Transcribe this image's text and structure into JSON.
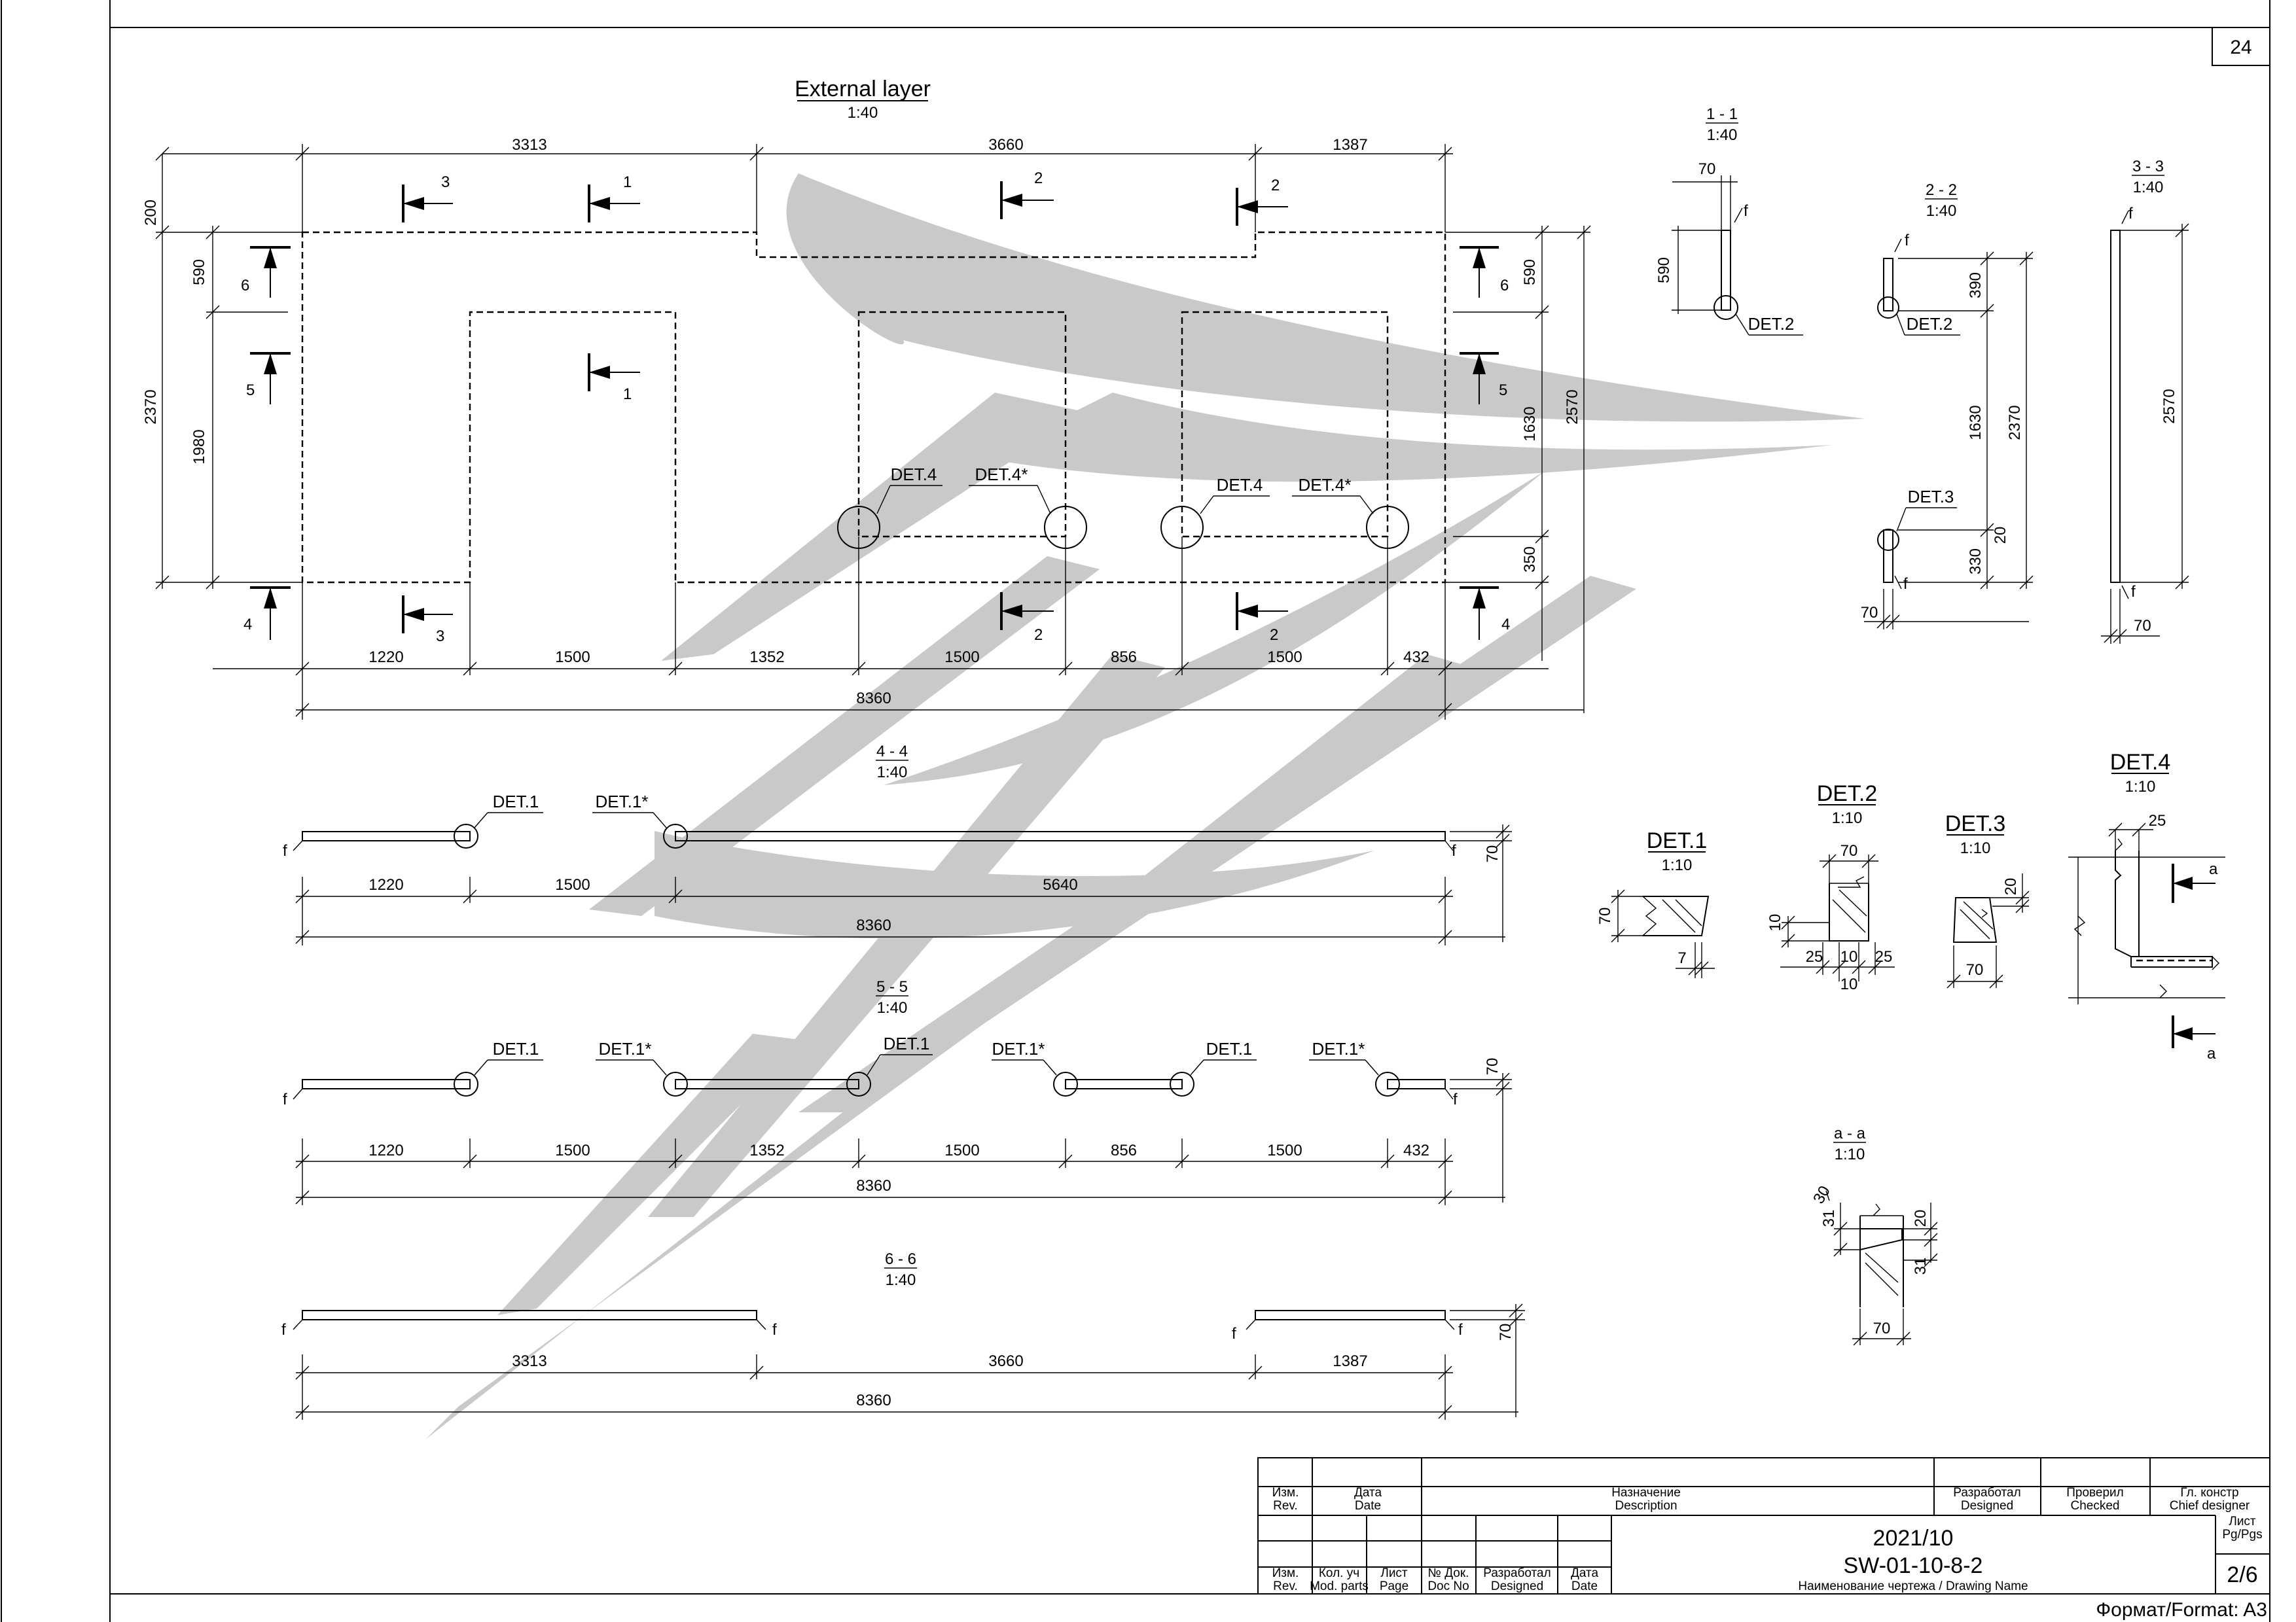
{
  "sheet": {
    "page_number": "24",
    "format": "Формат/Format: A3"
  },
  "external_layer": {
    "title": "External layer",
    "scale": "1:40",
    "top_dims": [
      "3313",
      "3660",
      "1387"
    ],
    "bottom_dims": [
      "1220",
      "1500",
      "1352",
      "1500",
      "856",
      "1500",
      "432"
    ],
    "total": "8360",
    "left_dims": [
      "200",
      "590",
      "2370",
      "1980"
    ],
    "right_dims": [
      "590",
      "1630",
      "350",
      "2570"
    ],
    "section_marks": [
      "1",
      "2",
      "3",
      "4",
      "5",
      "6"
    ],
    "callouts": [
      "DET.4",
      "DET.4*"
    ]
  },
  "section_1_1": {
    "title": "1 - 1",
    "scale": "1:40",
    "dims": [
      "70",
      "590"
    ],
    "callout": "DET.2",
    "mark": "f"
  },
  "section_2_2": {
    "title": "2 - 2",
    "scale": "1:40",
    "dims": [
      "390",
      "1630",
      "2370",
      "330",
      "20",
      "70"
    ],
    "callouts": [
      "DET.2",
      "DET.3"
    ],
    "mark": "f"
  },
  "section_3_3": {
    "title": "3 - 3",
    "scale": "1:40",
    "dims": [
      "2570",
      "70"
    ],
    "mark": "f"
  },
  "section_4_4": {
    "title": "4 - 4",
    "scale": "1:40",
    "callouts": [
      "DET.1",
      "DET.1*"
    ],
    "dims": [
      "1220",
      "1500",
      "5640"
    ],
    "total": "8360",
    "thickness": "70",
    "mark": "f"
  },
  "section_5_5": {
    "title": "5 - 5",
    "scale": "1:40",
    "callouts": [
      "DET.1",
      "DET.1*",
      "DET.1",
      "DET.1*",
      "DET.1",
      "DET.1*"
    ],
    "dims": [
      "1220",
      "1500",
      "1352",
      "1500",
      "856",
      "1500",
      "432"
    ],
    "total": "8360",
    "thickness": "70",
    "mark": "f"
  },
  "section_6_6": {
    "title": "6 - 6",
    "scale": "1:40",
    "dims": [
      "3313",
      "3660",
      "1387"
    ],
    "total": "8360",
    "thickness": "70",
    "mark": "f"
  },
  "details": {
    "det1": {
      "title": "DET.1",
      "scale": "1:10",
      "dims": [
        "70",
        "7"
      ]
    },
    "det2": {
      "title": "DET.2",
      "scale": "1:10",
      "dims": [
        "70",
        "10",
        "25",
        "10",
        "25",
        "10"
      ]
    },
    "det3": {
      "title": "DET.3",
      "scale": "1:10",
      "dims": [
        "20",
        "70"
      ]
    },
    "det4": {
      "title": "DET.4",
      "scale": "1:10",
      "dims": [
        "25"
      ],
      "mark": "a"
    },
    "aa": {
      "title": "a - a",
      "scale": "1:10",
      "dims": [
        "30",
        "31",
        "20",
        "31",
        "70"
      ]
    }
  },
  "title_block": {
    "rev": "Изм.\nRev.",
    "date": "Дата\nDate",
    "description": "Назначение\nDescription",
    "designed": "Разработал\nDesigned",
    "checked": "Проверил\nChecked",
    "chief": "Гл. констр\nChief designer",
    "sheet_label": "Лист\nPg/Pgs",
    "project": "2021/10",
    "drawing_no": "SW-01-10-8-2",
    "drawing_name_label": "Наименование чертежа / Drawing Name",
    "sheet_value": "2/6",
    "row_labels": [
      "Изм.\nRev.",
      "Кол. уч\nMod. parts",
      "Лист\nPage",
      "№ Док.\nDoc No",
      "Разработал\nDesigned",
      "Дата\nDate"
    ]
  },
  "colors": {
    "watermark": "#c9c9c9",
    "line": "#000000"
  }
}
